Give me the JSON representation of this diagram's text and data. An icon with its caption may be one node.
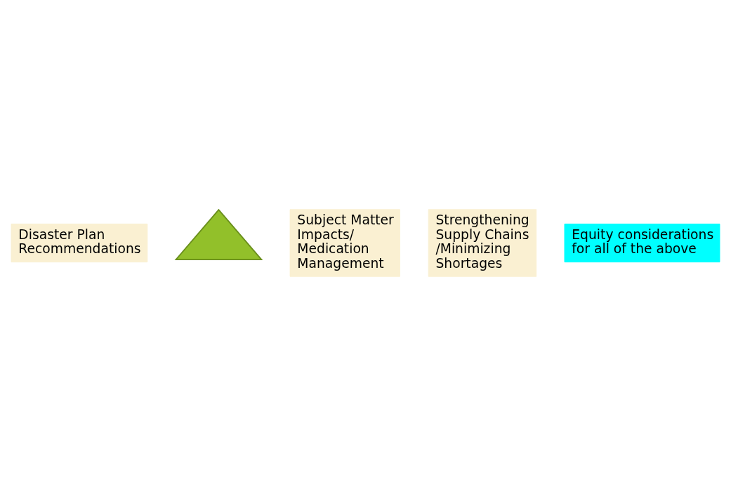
{
  "diagram": {
    "nodes": [
      {
        "text": [
          "Disaster Plan Recommendations"
        ]
      },
      {
        "text": [],
        "shape": "triangle"
      },
      {
        "text": [
          "Subject Matter Impacts/ Medication Management"
        ]
      },
      {
        "text": [
          "Strengthening Supply Chains /Minimizing Shortages"
        ]
      },
      {
        "text": [
          "Equity considerations for all of the above"
        ]
      }
    ]
  }
}
